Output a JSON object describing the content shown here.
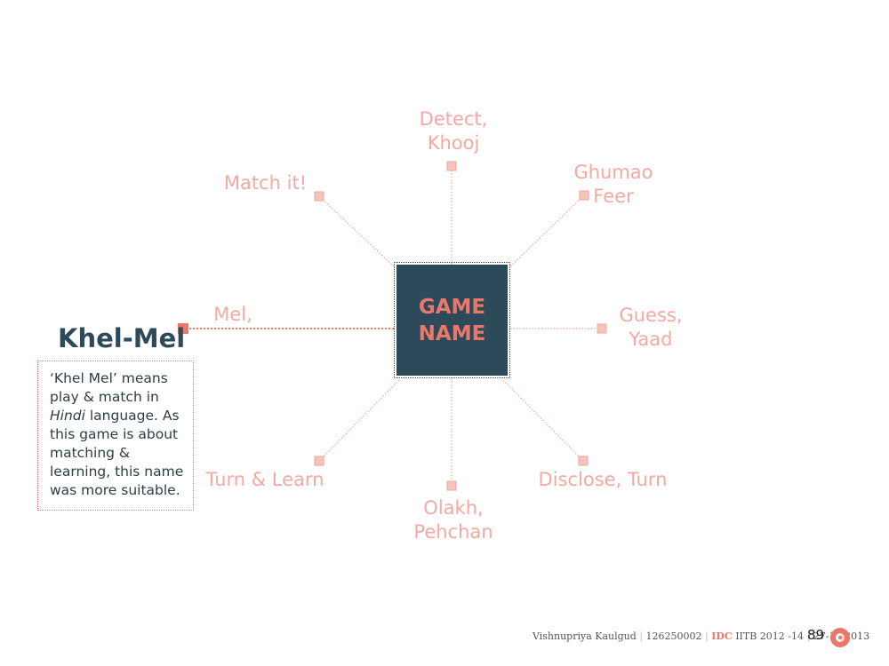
{
  "center": {
    "line1": "GAME",
    "line2": "NAME"
  },
  "options": [
    {
      "id": "detect",
      "lines": [
        "Detect,",
        "Khooj"
      ]
    },
    {
      "id": "ghumao",
      "lines": [
        "Ghumao",
        "Feer"
      ]
    },
    {
      "id": "guess",
      "lines": [
        "Guess,",
        "Yaad"
      ]
    },
    {
      "id": "disclose",
      "lines": [
        "Disclose, Turn"
      ]
    },
    {
      "id": "olakh",
      "lines": [
        "Olakh,",
        "Pehchan"
      ]
    },
    {
      "id": "turn-learn",
      "lines": [
        "Turn & Learn"
      ]
    },
    {
      "id": "mel",
      "lines": [
        "Mel,"
      ]
    },
    {
      "id": "match",
      "lines": [
        "Match it!"
      ]
    }
  ],
  "selected": {
    "title": "Khel-Mel",
    "description": {
      "part1": "‘Khel Mel’ means play & match in ",
      "emphasis": "Hindi",
      "part2": " language. As this game is about matching & learning, this name was more suitable."
    }
  },
  "footer": {
    "author": "Vishnupriya Kaulgud",
    "id": "126250002",
    "org": "IDC",
    "program": "IITB 2012 -14",
    "date": "27-11-2013",
    "page": "89"
  },
  "colors": {
    "center_fill": "#2c4a5a",
    "accent": "#e9786b",
    "muted_label": "#f2aaa2",
    "connector": "#f0a49b"
  }
}
